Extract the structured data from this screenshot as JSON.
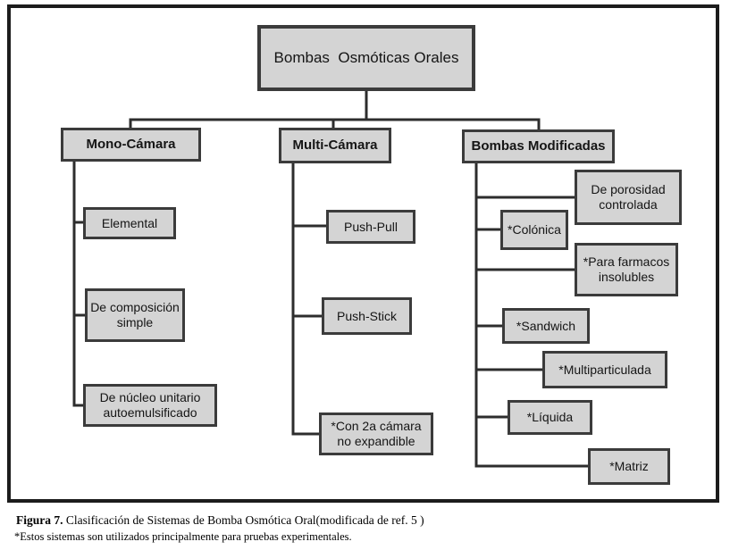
{
  "diagram": {
    "root_label": "Bombas  Osmóticas Orales",
    "branches": [
      {
        "header": "Mono-Cámara",
        "children": [
          "Elemental",
          "De composición simple",
          "De núcleo unitario autoemulsificado"
        ]
      },
      {
        "header": "Multi-Cámara",
        "children": [
          "Push-Pull",
          "Push-Stick",
          "*Con 2a cámara no expandible"
        ]
      },
      {
        "header": "Bombas Modificadas",
        "children": [
          "De porosidad controlada",
          "*Colónica",
          "*Para farmacos insolubles",
          "*Sandwich",
          "*Multiparticulada",
          "*Líquida",
          "*Matriz"
        ]
      }
    ]
  },
  "caption": {
    "figure_label": "Figura 7.",
    "figure_text": " Clasificación de Sistemas de Bomba Osmótica Oral(modificada de ref. 5 )",
    "footnote": "*Estos sistemas son utilizados principalmente para pruebas experimentales."
  },
  "colors": {
    "box_fill": "#d4d4d4",
    "box_border": "#3b3b3b",
    "connector": "#2d2d2d",
    "frame_border": "#1c1c1c",
    "text": "#151515",
    "background": "#ffffff"
  }
}
